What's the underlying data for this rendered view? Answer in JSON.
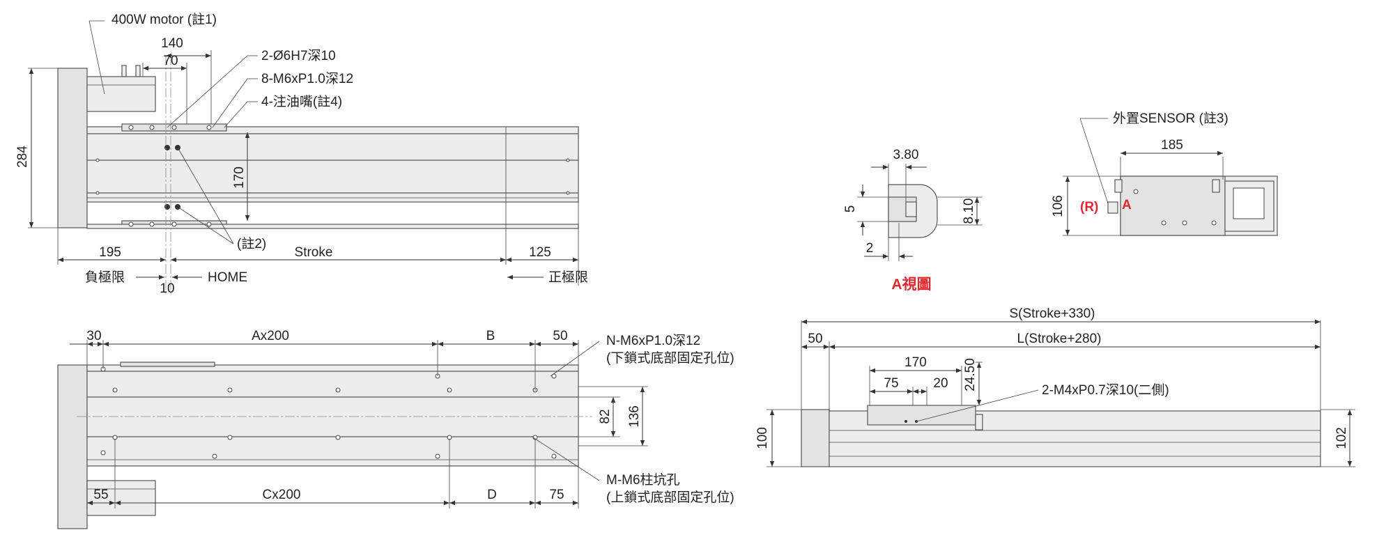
{
  "top_view": {
    "motor_label": "400W motor (註1)",
    "dim_140": "140",
    "dim_70": "70",
    "dim_284": "284",
    "dim_170": "170",
    "dim_195": "195",
    "stroke": "Stroke",
    "dim_125": "125",
    "dim_10": "10",
    "neg_limit": "負極限",
    "home": "HOME",
    "pos_limit": "正極限",
    "callout_pin": "2-Ø6H7深10",
    "callout_tap": "8-M6xP1.0深12",
    "callout_oil": "4-注油嘴(註4)",
    "note2": "(註2)"
  },
  "bottom_view": {
    "dim_30": "30",
    "ax200": "Ax200",
    "dim_b": "B",
    "dim_50": "50",
    "n_label": "N-M6xP1.0深12",
    "n_sub": "(下鎖式底部固定孔位)",
    "dim_82": "82",
    "dim_136": "136",
    "dim_55": "55",
    "cx200": "Cx200",
    "dim_d": "D",
    "dim_75": "75",
    "m_label": "M-M6柱坑孔",
    "m_sub": "(上鎖式底部固定孔位)"
  },
  "a_view": {
    "dim_380": "3.80",
    "dim_5": "5",
    "dim_810": "8.10",
    "dim_2": "2",
    "title": "A視圖"
  },
  "end_view": {
    "sensor_label": "外置SENSOR (註3)",
    "dim_185": "185",
    "dim_106": "106",
    "r_label": "(R)",
    "a_label": "A"
  },
  "side_view": {
    "s_total": "S(Stroke+330)",
    "dim_50": "50",
    "l_total": "L(Stroke+280)",
    "dim_170": "170",
    "dim_2450": "24.50",
    "dim_75": "75",
    "dim_20": "20",
    "callout": "2-M4xP0.7深10(二側)",
    "dim_100": "100",
    "dim_102": "102"
  }
}
